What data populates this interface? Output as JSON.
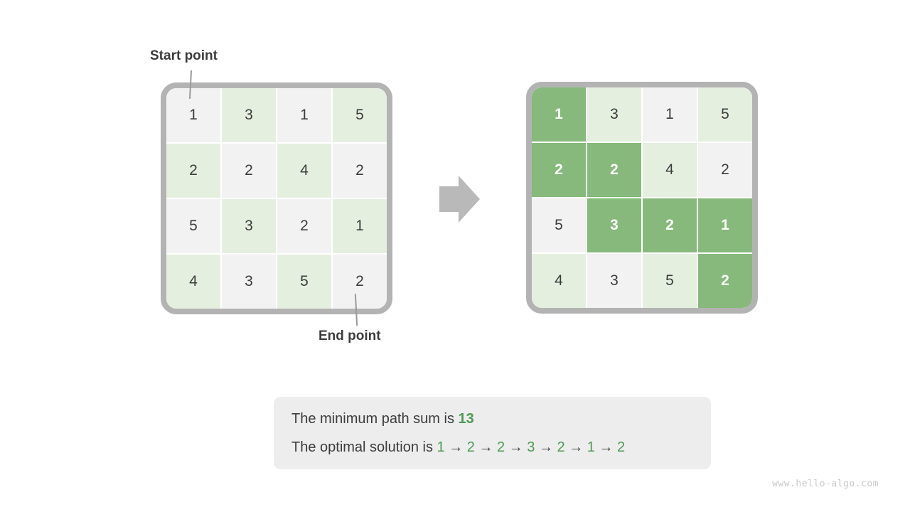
{
  "labels": {
    "start": "Start point",
    "end": "End point"
  },
  "grid": {
    "rows": 4,
    "cols": 4,
    "values": [
      [
        1,
        3,
        1,
        5
      ],
      [
        2,
        2,
        4,
        2
      ],
      [
        5,
        3,
        2,
        1
      ],
      [
        4,
        3,
        5,
        2
      ]
    ],
    "path_cells": [
      [
        0,
        0
      ],
      [
        1,
        0
      ],
      [
        1,
        1
      ],
      [
        2,
        1
      ],
      [
        2,
        2
      ],
      [
        2,
        3
      ],
      [
        3,
        3
      ]
    ]
  },
  "result": {
    "line1_prefix": "The minimum path sum is ",
    "line1_value": "13",
    "line2_prefix": "The optimal solution is ",
    "path_sequence": [
      1,
      2,
      2,
      3,
      2,
      1,
      2
    ],
    "arrow_separator": "→"
  },
  "watermark": "www.hello-algo.com",
  "colors": {
    "path_green": "#86b97b",
    "cell_green": "#e5efe0",
    "cell_gray": "#f2f2f2",
    "border_gray": "#b3b3b3",
    "green_text": "#4d9a52",
    "text_dark": "#3c3c3c",
    "box_bg": "#ededed",
    "arrow_gray": "#b9b9b9",
    "watermark_gray": "#c9c9c9"
  }
}
